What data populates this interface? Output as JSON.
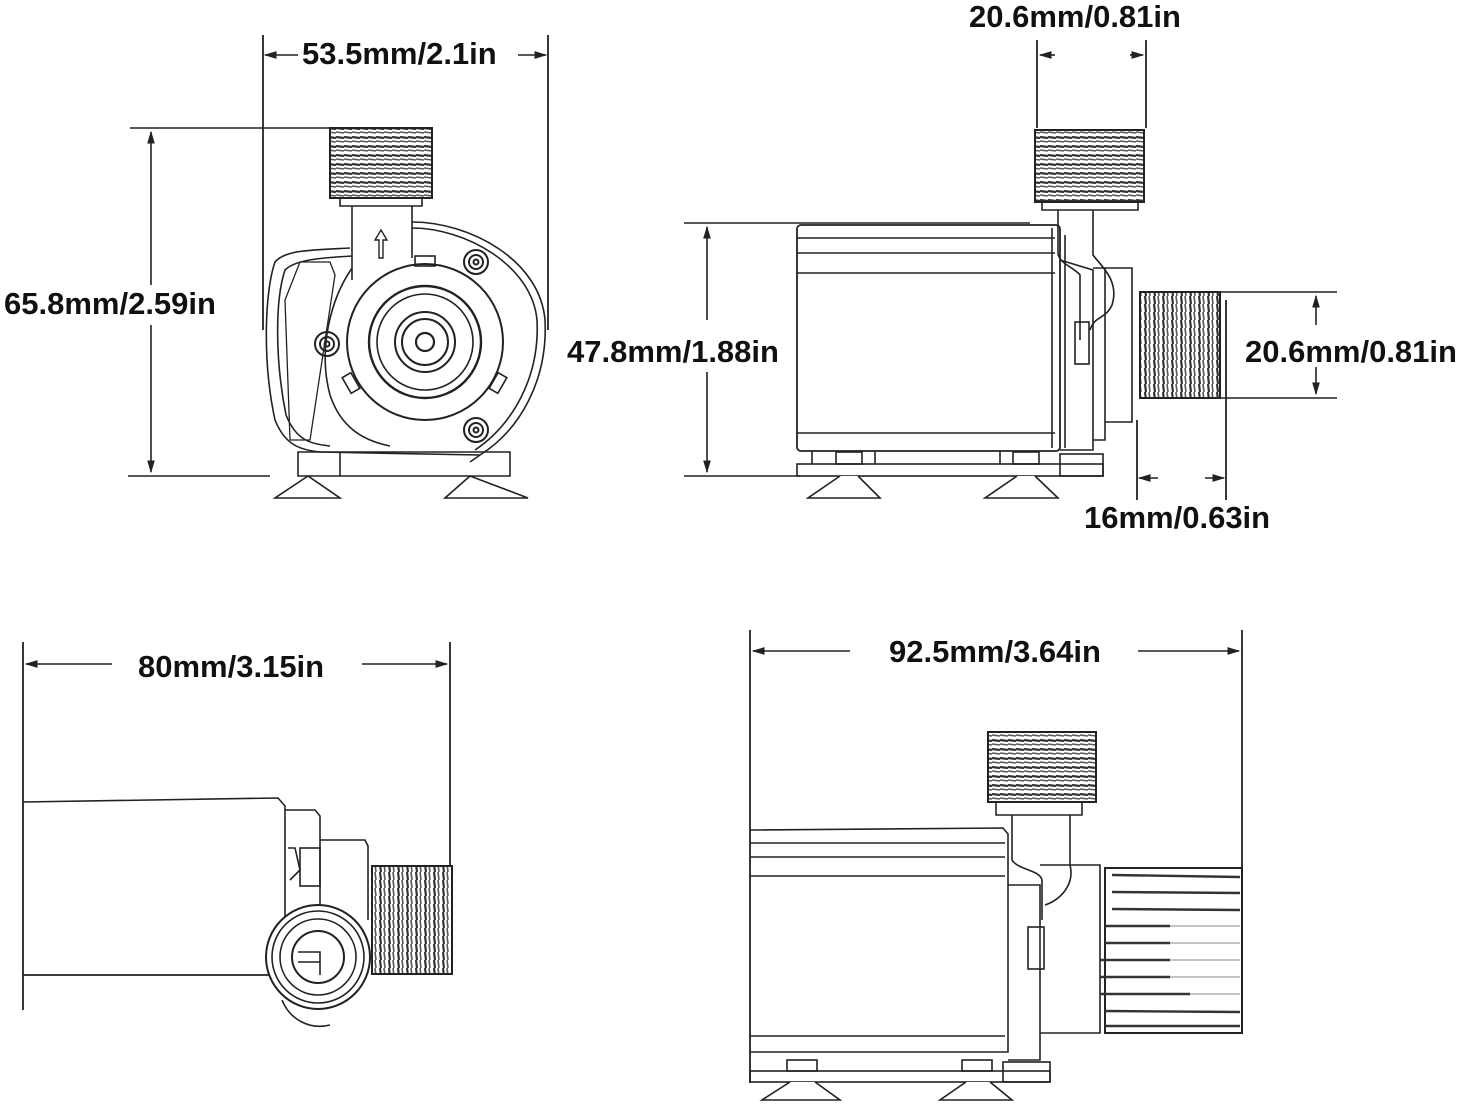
{
  "diagram": {
    "subject": "DC water pump dimension drawing",
    "line_color": "#222222",
    "background": "#ffffff",
    "views": [
      {
        "id": "front-view",
        "dimensions": {
          "width": "53.5mm/2.1in",
          "height": "65.8mm/2.59in"
        }
      },
      {
        "id": "side-view",
        "dimensions": {
          "height": "47.8mm/1.88in",
          "outlet_diameter_top": "20.6mm/0.81in",
          "inlet_diameter": "20.6mm/0.81in",
          "inlet_length": "16mm/0.63in"
        }
      },
      {
        "id": "top-view",
        "dimensions": {
          "length": "80mm/3.15in"
        }
      },
      {
        "id": "side-view-with-filter",
        "dimensions": {
          "length": "92.5mm/3.64in"
        }
      }
    ]
  }
}
